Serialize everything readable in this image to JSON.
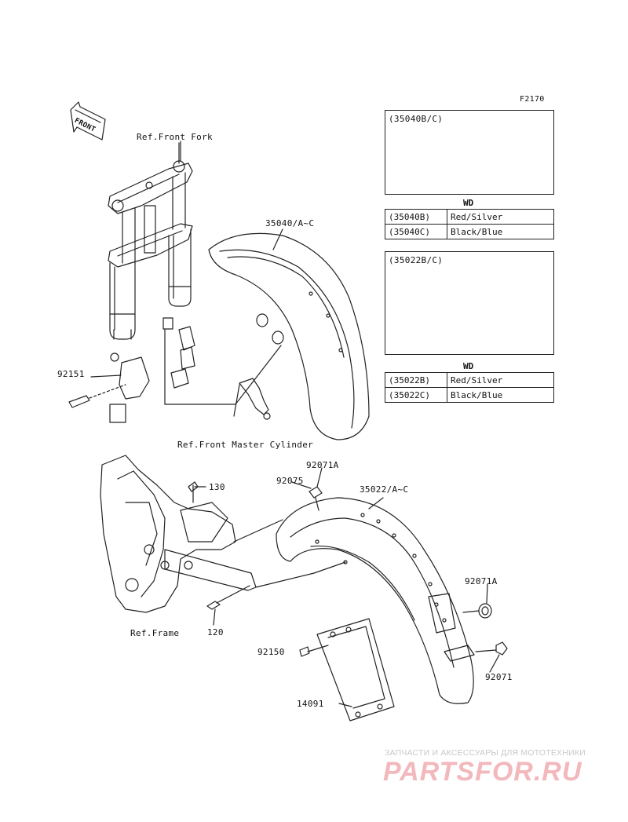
{
  "figure_code": "F2170",
  "front_badge": "FRONT",
  "labels": {
    "ref_front_fork": "Ref.Front Fork",
    "ref_front_master_cylinder": "Ref.Front Master Cylinder",
    "ref_frame": "Ref.Frame",
    "p35040": "35040/A~C",
    "p35022": "35022/A~C",
    "p92151": "92151",
    "p92071a_top": "92071A",
    "p92075": "92075",
    "p130": "130",
    "p120": "120",
    "p92071a_right": "92071A",
    "p92150": "92150",
    "p92071": "92071",
    "p14091": "14091"
  },
  "inset_front": {
    "title": "(35040B/C)",
    "header": "WD",
    "rows": [
      {
        "part": "(35040B)",
        "color": "Red/Silver"
      },
      {
        "part": "(35040C)",
        "color": "Black/Blue"
      }
    ]
  },
  "inset_rear": {
    "title": "(35022B/C)",
    "header": "WD",
    "rows": [
      {
        "part": "(35022B)",
        "color": "Red/Silver"
      },
      {
        "part": "(35022C)",
        "color": "Black/Blue"
      }
    ]
  },
  "watermark": {
    "tagline": "ЗАПЧАСТИ И АКСЕССУАРЫ ДЛЯ МОТОТЕХНИКИ",
    "logo": "PARTSFOR.RU"
  }
}
